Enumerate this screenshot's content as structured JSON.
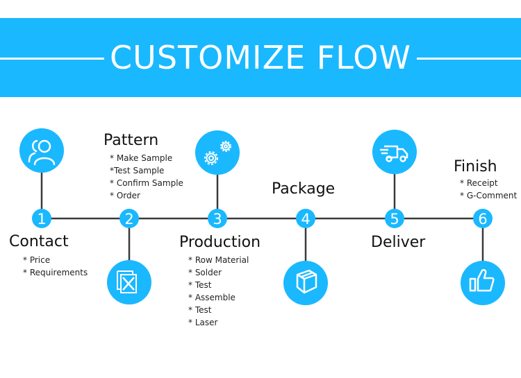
{
  "header": {
    "title": "CUSTOMIZE FLOW"
  },
  "colors": {
    "accent": "#1AB8FF",
    "line": "#3a3a3a",
    "icon_stroke": "#ffffff"
  },
  "steps": [
    {
      "number": "1",
      "title": "Contact",
      "icon": "users-icon",
      "icon_position": "above",
      "label_position": "below",
      "items": [
        "* Price",
        "* Requirements"
      ]
    },
    {
      "number": "2",
      "title": "Pattern",
      "icon": "tools-document-icon",
      "icon_position": "below",
      "label_position": "above",
      "items": [
        "* Make Sample",
        "*Test Sample",
        "* Confirm Sample",
        "* Order"
      ]
    },
    {
      "number": "3",
      "title": "Production",
      "icon": "gears-icon",
      "icon_position": "above",
      "label_position": "below",
      "items": [
        "* Row Material",
        "* Solder",
        "* Test",
        "* Assemble",
        "* Test",
        "* Laser"
      ]
    },
    {
      "number": "4",
      "title": "Package",
      "icon": "box-icon",
      "icon_position": "below",
      "label_position": "above",
      "items": []
    },
    {
      "number": "5",
      "title": "Deliver",
      "icon": "truck-icon",
      "icon_position": "above",
      "label_position": "below",
      "items": []
    },
    {
      "number": "6",
      "title": "Finish",
      "icon": "thumbs-up-icon",
      "icon_position": "below",
      "label_position": "above",
      "items": [
        "* Receipt",
        "* G-Comment"
      ]
    }
  ]
}
